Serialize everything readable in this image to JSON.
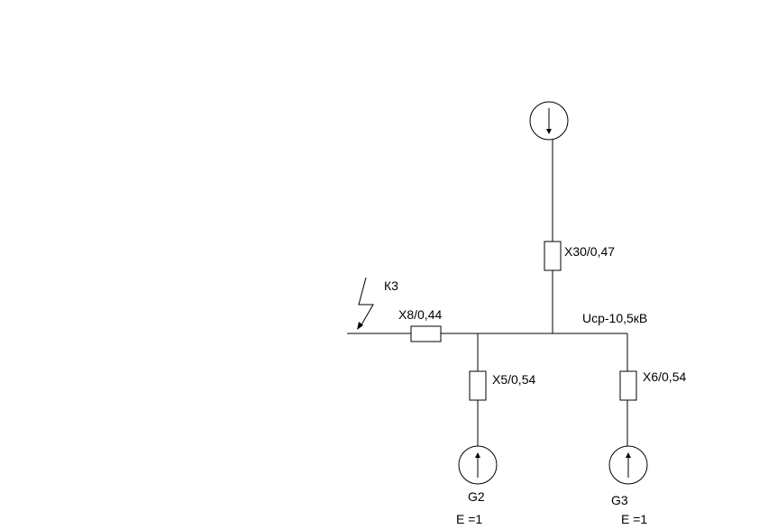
{
  "fault": {
    "label": "К3"
  },
  "bus": {
    "voltage_label": "Uср-10,5кВ"
  },
  "reactances": {
    "x8": "X8/0,44",
    "x30": "X30/0,47",
    "x5": "X5/0,54",
    "x6": "X6/0,54"
  },
  "generators": {
    "g2": {
      "name": "G2",
      "emf": "E =1"
    },
    "g3": {
      "name": "G3",
      "emf": "E =1"
    }
  }
}
